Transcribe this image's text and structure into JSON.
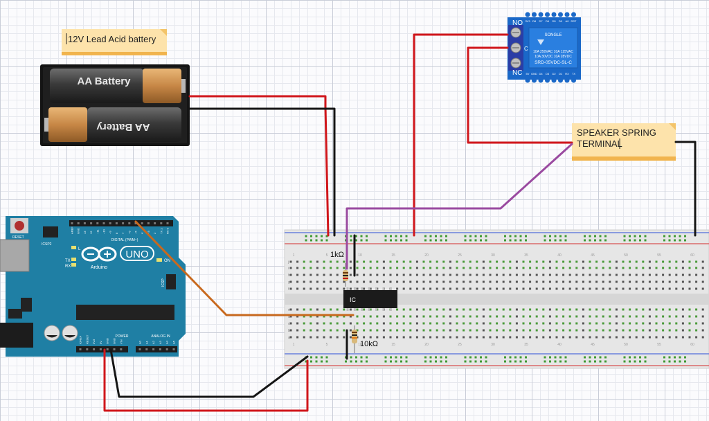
{
  "notes": {
    "battery_note": "12V  Lead Acid battery",
    "speaker_note_line1": "SPEAKER SPRING",
    "speaker_note_line2": "TERMINAL"
  },
  "battery": {
    "cell1_label": "AA Battery",
    "cell2_label": "AA Battery"
  },
  "arduino": {
    "reset_label": "RESET",
    "icsp2_label": "ICSP2",
    "digital_label": "DIGITAL (PWM~)",
    "aref_label": "AREF",
    "gnd_label": "GND",
    "l_label": "L",
    "tx_label": "TX",
    "rx_label": "RX",
    "brand": "Arduino",
    "model": "UNO",
    "on_label": "ON",
    "icsp_label": "ICSP",
    "power_label": "POWER",
    "analog_label": "ANALOG IN",
    "power_pins": [
      "IOREF",
      "RESET",
      "3V3",
      "5V",
      "GND",
      "GND",
      "VIN"
    ],
    "analog_pins": [
      "A0",
      "A1",
      "A2",
      "A3",
      "A4",
      "A5"
    ],
    "digital_pins": [
      "AREF",
      "GND",
      "13",
      "12",
      "~11",
      "~10",
      "~9",
      "8",
      "7",
      "~6",
      "~5",
      "4",
      "~3",
      "2",
      "TX 1",
      "RX 0"
    ]
  },
  "relay": {
    "no_label": "NO",
    "com_label": "C",
    "nc_label": "NC",
    "brand": "SONGLE",
    "spec1": "10A 250VAC  10A 125VAC",
    "spec2": "10A  30VDC  10A  28VDC",
    "model": "SRD-05VDC-SL-C",
    "pin_labels": [
      "3V3",
      "D8",
      "D7",
      "D6",
      "D5",
      "D0",
      "A0",
      "RST"
    ],
    "pin_labels_bottom": [
      "5V",
      "GND",
      "D4",
      "D3",
      "D2",
      "D1",
      "RX",
      "TX"
    ]
  },
  "breadboard": {
    "ic_label": "IC",
    "resistor1_label": "1kΩ",
    "resistor2_label": "10kΩ",
    "col_numbers": [
      "1",
      "5",
      "10",
      "15",
      "20",
      "25",
      "30",
      "35",
      "40",
      "45",
      "50",
      "55",
      "60"
    ],
    "row_letters_top": [
      "j",
      "i",
      "h",
      "g",
      "f"
    ],
    "row_letters_bottom": [
      "e",
      "d",
      "c",
      "b",
      "a"
    ]
  },
  "colors": {
    "wire_red": "#d0161b",
    "wire_black": "#151515",
    "wire_orange": "#c8691e",
    "wire_purple": "#9a4aa0",
    "arduino_blue": "#1f7fa4",
    "relay_blue": "#1a68c8",
    "note_bg": "#fde3ab"
  }
}
